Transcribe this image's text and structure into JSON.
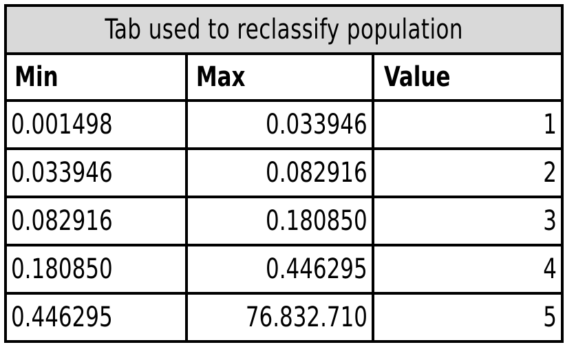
{
  "caption": "Tab used to reclassify population",
  "columns": [
    "Min",
    "Max",
    "Value"
  ],
  "rows": [
    {
      "min": "0.001498",
      "max": "0.033946",
      "value": "1"
    },
    {
      "min": "0.033946",
      "max": "0.082916",
      "value": "2"
    },
    {
      "min": "0.082916",
      "max": "0.180850",
      "value": "3"
    },
    {
      "min": "0.180850",
      "max": "0.446295",
      "value": "4"
    },
    {
      "min": "0.446295",
      "max": "76.832.710",
      "value": "5"
    }
  ],
  "colors": {
    "caption_background": "#d9d9d9",
    "border": "#000000",
    "cell_background": "#ffffff",
    "text": "#000000"
  }
}
